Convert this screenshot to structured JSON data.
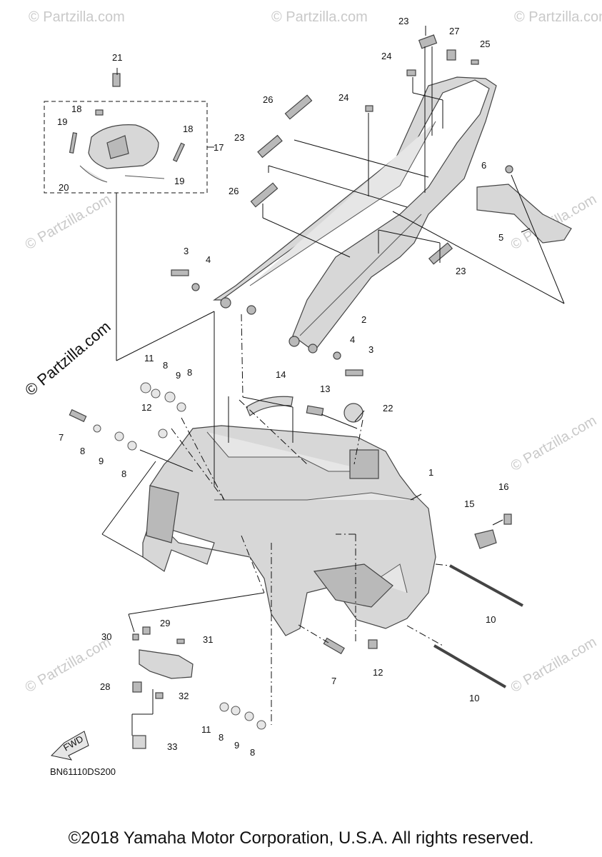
{
  "diagram_code": "BN61110DS200",
  "copyright": "©2018 Yamaha Motor Corporation, U.S.A. All rights reserved.",
  "brand_stamp": "© Partzilla.com",
  "watermark_text": "© Partzilla.com",
  "fwd_label": "FWD",
  "callouts": {
    "c1": "1",
    "c2": "2",
    "c3a": "3",
    "c3b": "3",
    "c4a": "4",
    "c4b": "4",
    "c5": "5",
    "c6": "6",
    "c7a": "7",
    "c7b": "7",
    "c8a": "8",
    "c8b": "8",
    "c8c": "8",
    "c8d": "8",
    "c8e": "8",
    "c8f": "8",
    "c9a": "9",
    "c9b": "9",
    "c9c": "9",
    "c10a": "10",
    "c10b": "10",
    "c11a": "11",
    "c11b": "11",
    "c12a": "12",
    "c12b": "12",
    "c13": "13",
    "c14": "14",
    "c15": "15",
    "c16": "16",
    "c17": "17",
    "c18a": "18",
    "c18b": "18",
    "c19a": "19",
    "c19b": "19",
    "c20": "20",
    "c21": "21",
    "c22": "22",
    "c23a": "23",
    "c23b": "23",
    "c23c": "23",
    "c24a": "24",
    "c24b": "24",
    "c25": "25",
    "c26a": "26",
    "c26b": "26",
    "c27": "27",
    "c28": "28",
    "c29": "29",
    "c30": "30",
    "c31": "31",
    "c32": "32",
    "c33": "33"
  }
}
